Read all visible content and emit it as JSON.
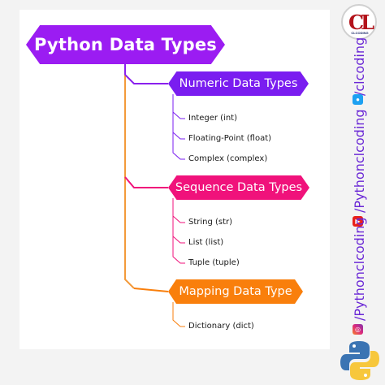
{
  "title": "Python Data Types",
  "categories": [
    {
      "label": "Numeric Data Types",
      "items": [
        "Integer (int)",
        "Floating-Point (float)",
        "Complex (complex)"
      ]
    },
    {
      "label": "Sequence Data Types",
      "items": [
        "String (str)",
        "List (list)",
        "Tuple (tuple)"
      ]
    },
    {
      "label": "Mapping Data Type",
      "items": [
        "Dictionary (dict)"
      ]
    }
  ],
  "colors": {
    "title": "#9b1cf2",
    "numeric": "#7a1df0",
    "sequence": "#f0127b",
    "mapping": "#f97f0c",
    "trunk": "#f97f0c"
  },
  "brand": {
    "logo_letters": "CL",
    "logo_subtext": "CLCODING"
  },
  "social": [
    {
      "icon": "twitter-icon",
      "handle": "/clcoding"
    },
    {
      "icon": "youtube-icon",
      "handle": "/Pythonclcoding"
    },
    {
      "icon": "instagram-icon",
      "handle": "/Pythonclcoding"
    }
  ],
  "python_logo": "python-logo"
}
